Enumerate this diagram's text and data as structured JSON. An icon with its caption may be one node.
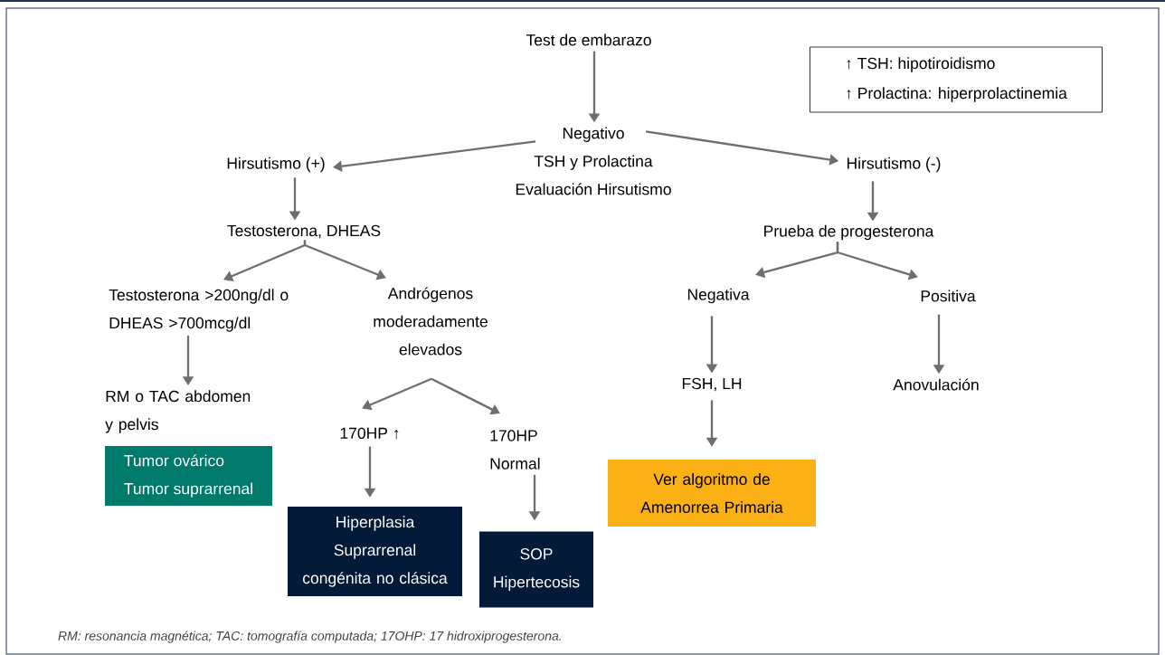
{
  "diagram": {
    "caption": "RM: resonancia magnética; TAC: tomografía computada; 17OHP: 17 hidroxiprogesterona.",
    "nodes": [
      {
        "text": [
          "Test de embarazo"
        ]
      },
      {
        "text": [
          "Negativo",
          "TSH y Prolactina",
          "Evaluación Hirsutismo"
        ]
      },
      {
        "text": [
          "Hirsutismo (+)"
        ]
      },
      {
        "text": [
          "Hirsutismo (-)"
        ]
      },
      {
        "text": [
          "Testosterona, DHEAS"
        ]
      },
      {
        "text": [
          "Prueba de progesterona"
        ]
      },
      {
        "text": [
          "Testosterona >200ng/dl o DHEAS >700mcg/dl"
        ]
      },
      {
        "text": [
          "Andrógenos moderadamente elevados"
        ]
      },
      {
        "text": [
          "Negativa"
        ]
      },
      {
        "text": [
          "Positiva"
        ]
      },
      {
        "text": [
          "RM o TAC abdomen y pelvis"
        ]
      },
      {
        "text": [
          "Tumor ovárico",
          "Tumor suprarrenal"
        ]
      },
      {
        "text": [
          "170HP ↑"
        ]
      },
      {
        "text": [
          "170HP Normal"
        ]
      },
      {
        "text": [
          "FSH, LH"
        ]
      },
      {
        "text": [
          "Anovulación"
        ]
      },
      {
        "text": [
          "Hiperplasia Suprarrenal congénita no clásica"
        ]
      },
      {
        "text": [
          "SOP",
          "Hipertecosis"
        ]
      },
      {
        "text": [
          "Ver algoritmo de Amenorrea Primaria"
        ]
      },
      {
        "text": [
          "↑ TSH: hipotiroidismo",
          "↑  Prolactina: hiperprolactinemia"
        ]
      }
    ],
    "edges": [
      {
        "from": 0,
        "to": 1,
        "arrow": "to"
      },
      {
        "from": 1,
        "to": 2,
        "arrow": "to"
      },
      {
        "from": 1,
        "to": 3,
        "arrow": "to"
      },
      {
        "from": 2,
        "to": 4,
        "arrow": "to"
      },
      {
        "from": 4,
        "to": 6,
        "arrow": "to"
      },
      {
        "from": 4,
        "to": 7,
        "arrow": "to"
      },
      {
        "from": 6,
        "to": 10,
        "arrow": "to"
      },
      {
        "from": 7,
        "to": 12,
        "arrow": "to"
      },
      {
        "from": 7,
        "to": 13,
        "arrow": "to"
      },
      {
        "from": 12,
        "to": 16,
        "arrow": "to"
      },
      {
        "from": 13,
        "to": 17,
        "arrow": "to"
      },
      {
        "from": 3,
        "to": 5,
        "arrow": "to"
      },
      {
        "from": 5,
        "to": 8,
        "arrow": "to"
      },
      {
        "from": 5,
        "to": 9,
        "arrow": "to"
      },
      {
        "from": 8,
        "to": 14,
        "arrow": "to"
      },
      {
        "from": 9,
        "to": 15,
        "arrow": "to"
      },
      {
        "from": 14,
        "to": 18,
        "arrow": "to"
      }
    ]
  }
}
